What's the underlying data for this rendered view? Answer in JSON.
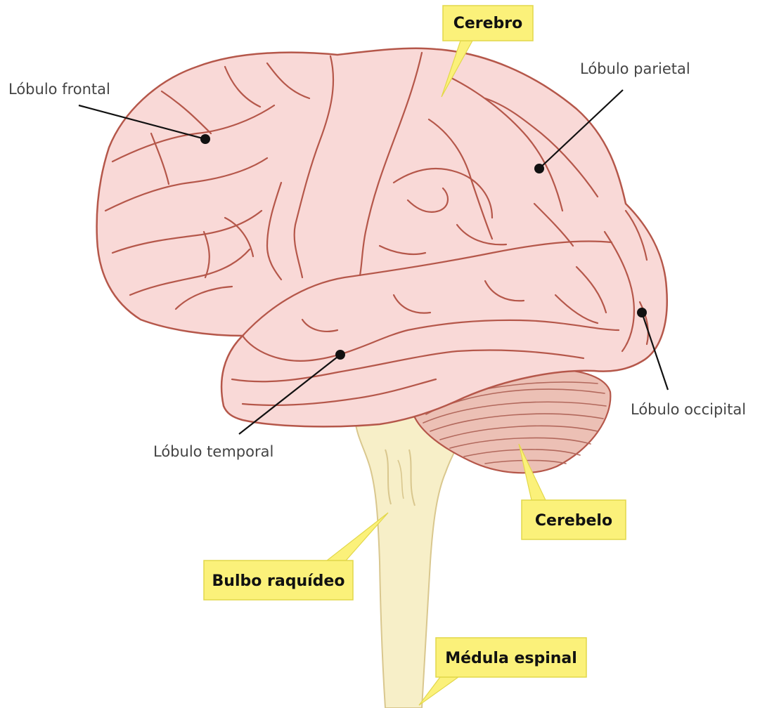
{
  "labels": {
    "frontal": "Lóbulo frontal",
    "parietal": "Lóbulo parietal",
    "temporal": "Lóbulo temporal",
    "occipital": "Lóbulo occipital"
  },
  "callouts": {
    "cerebro": "Cerebro",
    "cerebelo": "Cerebelo",
    "bulbo": "Bulbo raquídeo",
    "medula": "Médula espinal"
  },
  "colors": {
    "brain_fill": "#f9d9d7",
    "brain_outline": "#b5574a",
    "cerebellum_fill": "#ecc0b5",
    "stem_fill": "#f7efc8",
    "stem_outline": "#d9c78e",
    "callout_fill": "#fbf17a"
  }
}
